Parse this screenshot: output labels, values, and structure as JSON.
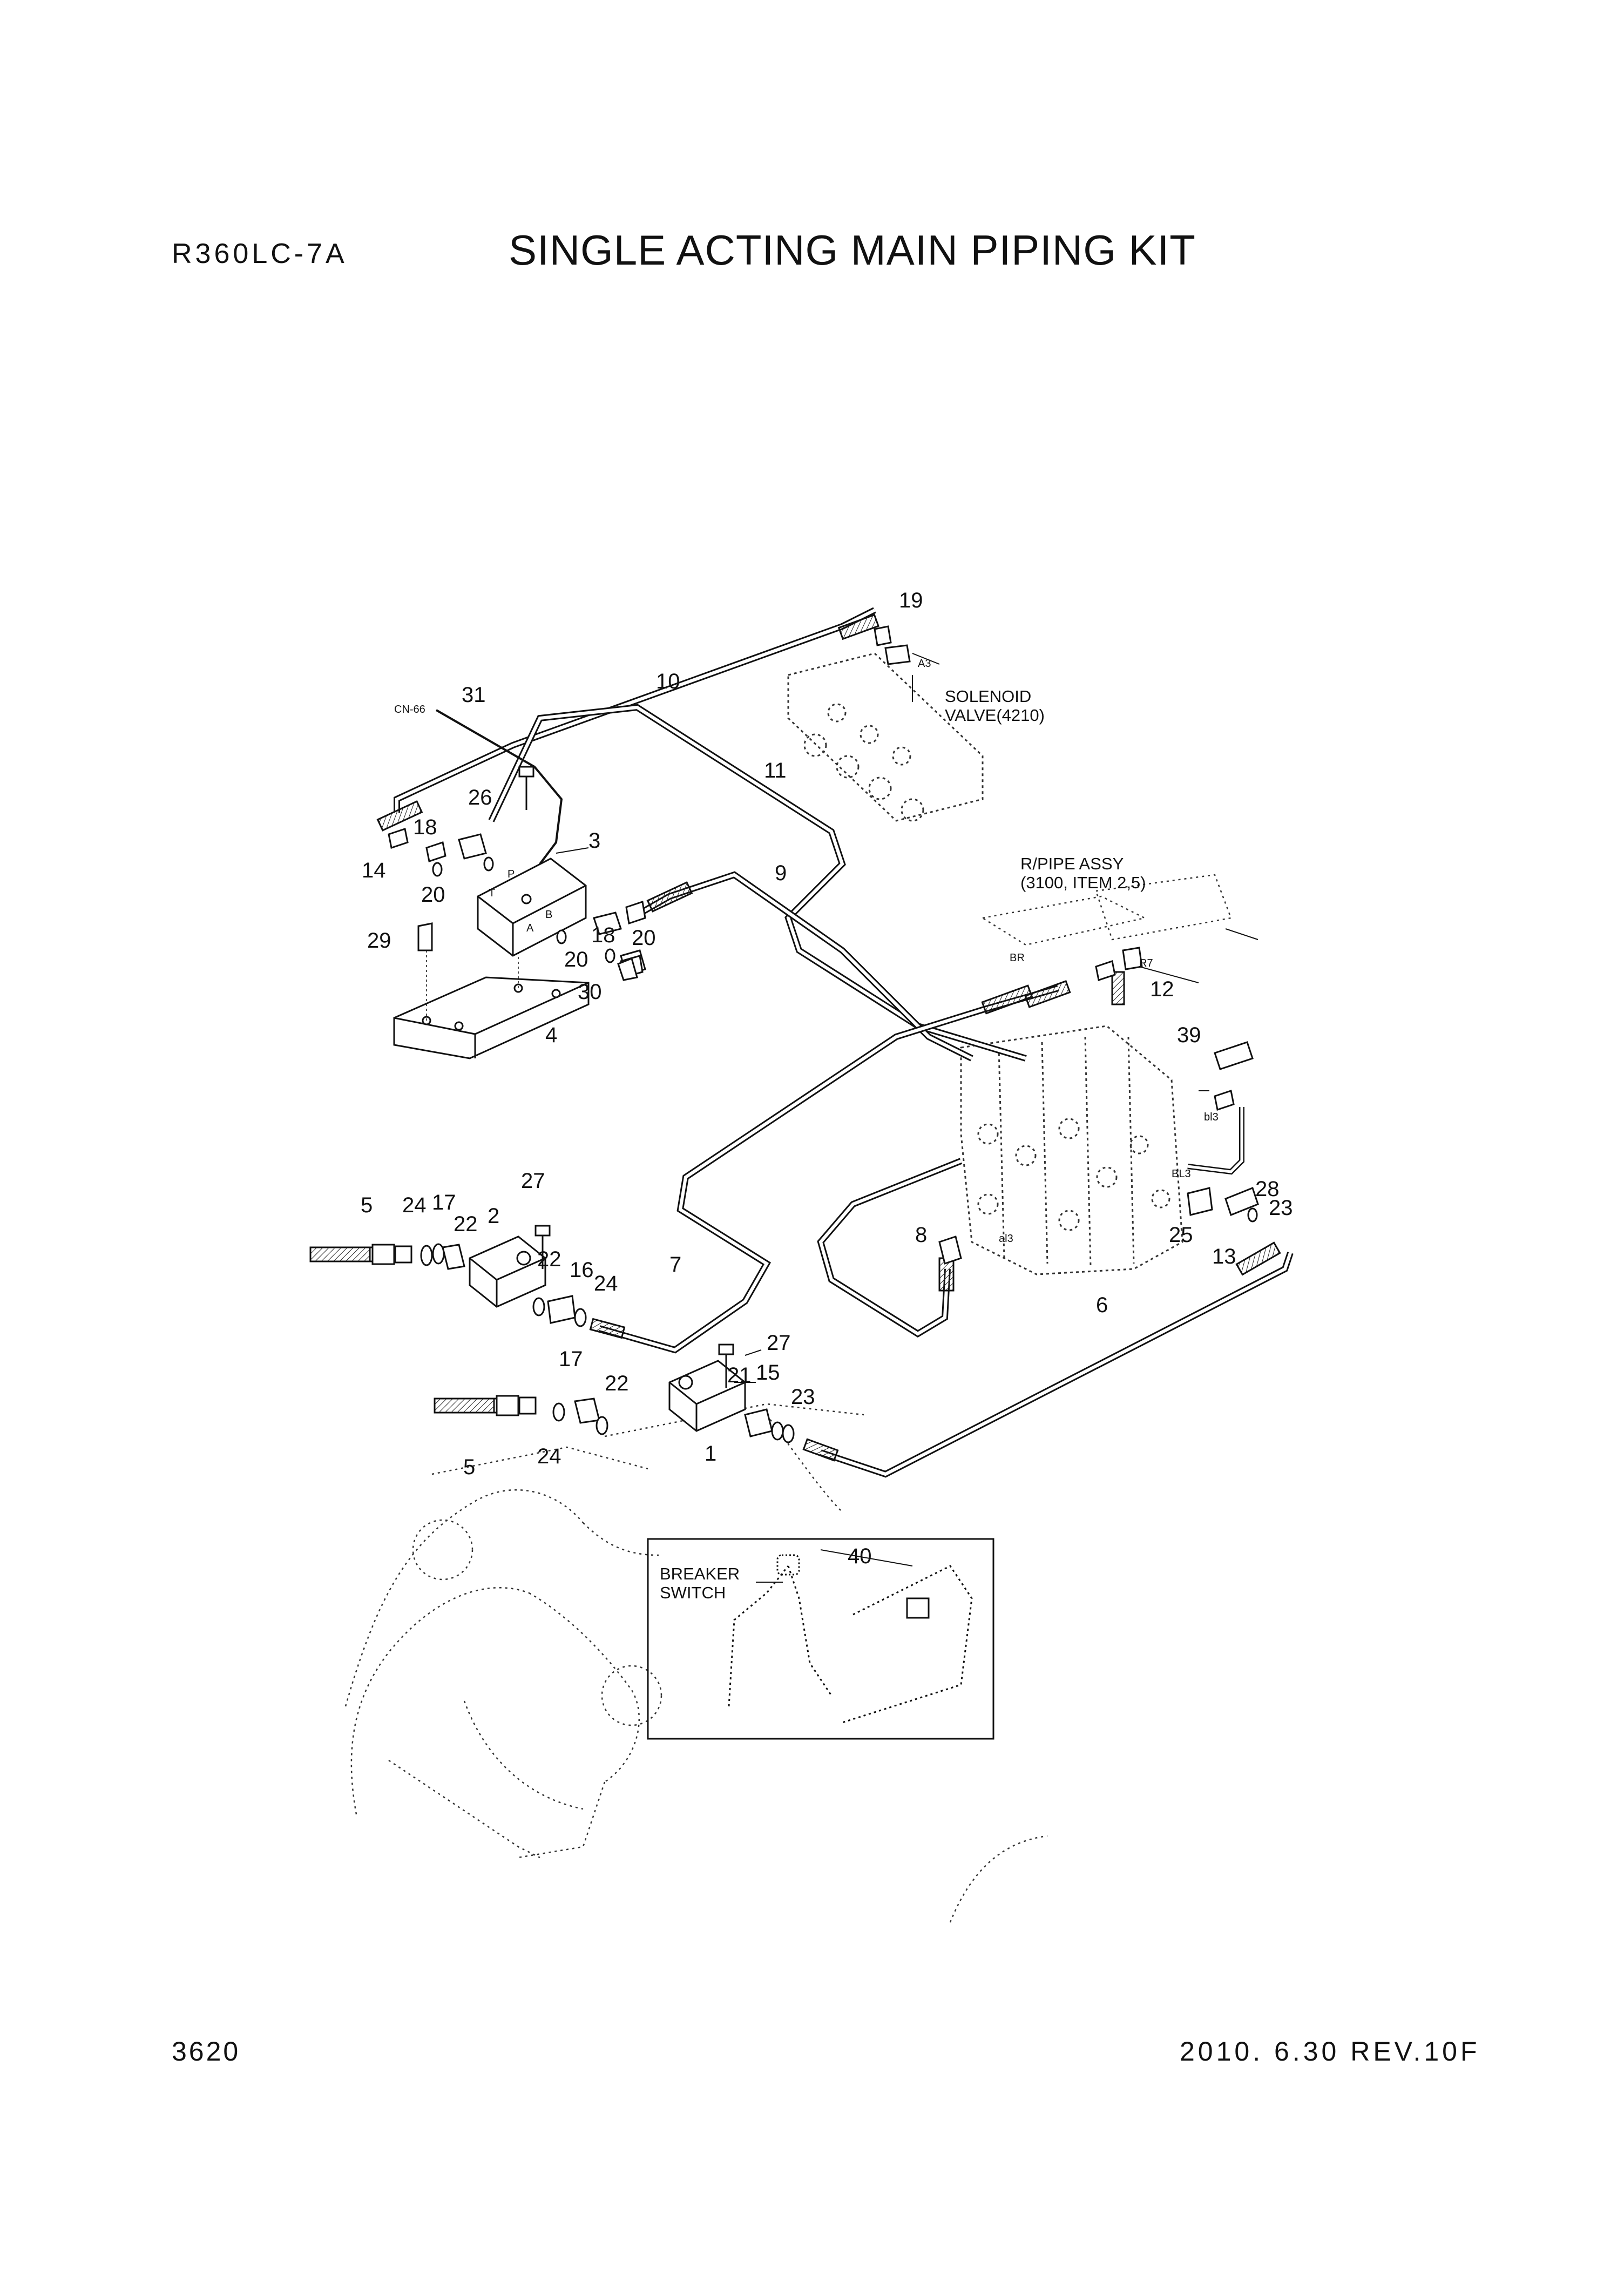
{
  "header": {
    "model": "R360LC-7A",
    "title": "SINGLE ACTING MAIN PIPING KIT"
  },
  "footer": {
    "page_number": "3620",
    "date_revision": "2010. 6.30  REV.10F"
  },
  "diagram": {
    "labels": {
      "cn66": "CN-66",
      "solenoid_1": "SOLENOID",
      "solenoid_2": "VALVE(4210)",
      "rpipe_1": "R/PIPE ASSY",
      "rpipe_2": "(3100, ITEM 2,5)",
      "breaker_1": "BREAKER",
      "breaker_2": "SWITCH",
      "port_a3": "A3",
      "port_br": "BR",
      "port_r7": "R7",
      "port_bl3": "bl3",
      "port_BL3": "BL3",
      "port_al3": "al3",
      "port_t": "T",
      "port_p": "P",
      "port_a": "A",
      "port_b": "B"
    },
    "part_numbers": {
      "n1": "1",
      "n2": "2",
      "n3": "3",
      "n4": "4",
      "n5a": "5",
      "n5b": "5",
      "n6": "6",
      "n7": "7",
      "n8": "8",
      "n9": "9",
      "n10": "10",
      "n11": "11",
      "n12": "12",
      "n13": "13",
      "n14": "14",
      "n15": "15",
      "n16": "16",
      "n17a": "17",
      "n17b": "17",
      "n18a": "18",
      "n18b": "18",
      "n19": "19",
      "n20a": "20",
      "n20b": "20",
      "n20c": "20",
      "n21": "21",
      "n22a": "22",
      "n22b": "22",
      "n22c": "22",
      "n23a": "23",
      "n23b": "23",
      "n24a": "24",
      "n24b": "24",
      "n24c": "24",
      "n25": "25",
      "n26": "26",
      "n27a": "27",
      "n27b": "27",
      "n28": "28",
      "n29": "29",
      "n30": "30",
      "n31": "31",
      "n39": "39",
      "n40": "40"
    }
  }
}
